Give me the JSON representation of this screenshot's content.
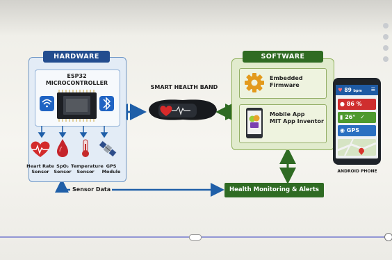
{
  "hardware": {
    "title": "HARDWARE",
    "mcu": {
      "line1": "ESP32",
      "line2": "MICROCONTROLLER"
    },
    "sensors": [
      {
        "line1": "Heart Rate",
        "line2": "Sensor",
        "icon": "heart-pulse-icon"
      },
      {
        "line1": "SpO₂",
        "line2": "Sensor",
        "icon": "blood-drop-icon"
      },
      {
        "line1": "Temperature",
        "line2": "Sensor",
        "icon": "thermometer-icon"
      },
      {
        "line1": "GPS",
        "line2": "Module",
        "icon": "satellite-icon"
      }
    ]
  },
  "band": {
    "label": "SMART HEALTH BAND"
  },
  "software": {
    "title": "SOFTWARE",
    "firmware": {
      "line1": "Embedded",
      "line2": "Firmware"
    },
    "app": {
      "line1": "Mobile App",
      "line2": "MIT App Inventor"
    }
  },
  "phone": {
    "label": "ANDROID PHONE",
    "bpm": "89",
    "bpm_unit": "bpm",
    "spo2": "86 %",
    "temp": "26°",
    "gps": "GPS"
  },
  "links": {
    "sensor_data": "Sensor Data"
  },
  "health": {
    "label": "Health Monitoring & Alerts"
  },
  "colors": {
    "hardware": "#234d8f",
    "software": "#2f6b23",
    "arrow_blue": "#1f5fa8",
    "arrow_green": "#2f6b23"
  }
}
